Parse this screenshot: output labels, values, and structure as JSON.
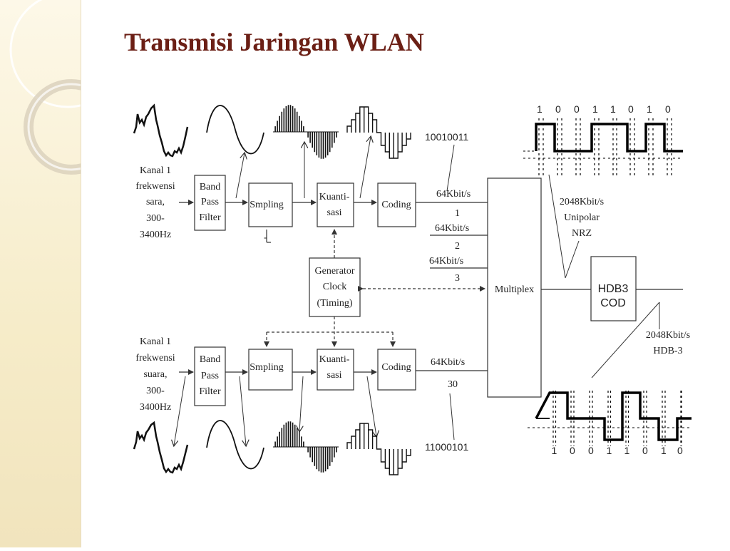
{
  "title": "Transmisi Jaringan WLAN",
  "colors": {
    "title": "#6b1f15",
    "sidebar": "#f6ecc9",
    "line": "#333333"
  },
  "channel_top": {
    "line1": "Kanal  1",
    "line2": "frekwensi",
    "line3": "sara,",
    "line4": "300-",
    "line5": "3400Hz"
  },
  "channel_bottom": {
    "line1": "Kanal  1",
    "line2": "frekwensi",
    "line3": "suara,",
    "line4": "300-",
    "line5": "3400Hz"
  },
  "blocks": {
    "band_pass": [
      "Band",
      "Pass",
      "Filter"
    ],
    "sampling": "Smpling",
    "quant": [
      "Kuanti-",
      "sasi"
    ],
    "coding": "Coding",
    "clock": [
      "Generator",
      "Clock",
      "(Timing)"
    ],
    "multiplex": "Multiplex",
    "hdb3": [
      "HDB3",
      "COD"
    ]
  },
  "codes": {
    "top": "10010011",
    "bottom": "11000101"
  },
  "channels": [
    {
      "rate": "64Kbit/s",
      "num": "1"
    },
    {
      "rate": "64Kbit/s",
      "num": "2"
    },
    {
      "rate": "64Kbit/s",
      "num": "3"
    },
    {
      "rate": "64Kbit/s",
      "num": "30"
    }
  ],
  "unipolar": {
    "line1": "2048Kbit/s",
    "line2": "Unipolar",
    "line3": "NRZ"
  },
  "hdb3_label": {
    "line1": "2048Kbit/s",
    "line2": "HDB-3"
  },
  "bits_top": [
    "1",
    "0",
    "0",
    "1",
    "1",
    "0",
    "1",
    "0"
  ],
  "bits_bottom": [
    "1",
    "0",
    "0",
    "1",
    "1",
    "0",
    "1",
    "0"
  ],
  "mark_top": "-",
  "mark_bottom": "-"
}
